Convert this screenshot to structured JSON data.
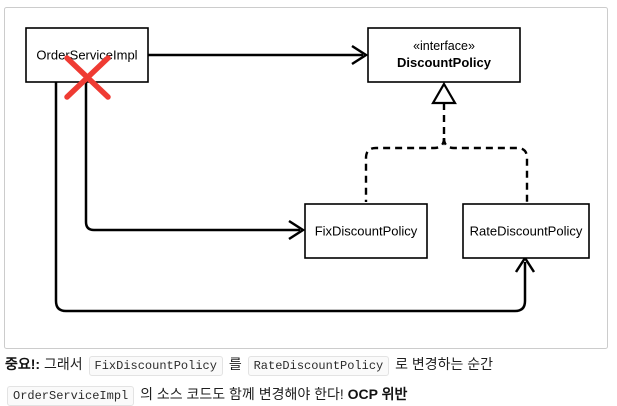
{
  "diagram": {
    "nodes": {
      "order_service": {
        "label": "OrderServiceImpl"
      },
      "discount_policy": {
        "stereotype": "«interface»",
        "label": "DiscountPolicy"
      },
      "fix_discount": {
        "label": "FixDiscountPolicy"
      },
      "rate_discount": {
        "label": "RateDiscountPolicy"
      }
    },
    "colors": {
      "stroke": "#000000",
      "box_fill": "#ffffff",
      "frame_border": "#cccccc",
      "x_mark": "#ef3b33"
    }
  },
  "caption": {
    "important_label": "중요!:",
    "text_1": " 그래서 ",
    "code_fix": "FixDiscountPolicy",
    "text_2": " 를 ",
    "code_rate": "RateDiscountPolicy",
    "text_3": " 로 변경하는 순간 ",
    "code_order": "OrderServiceImpl",
    "text_4": " 의 소스 코드도 함께 변경해야 한다! ",
    "emphasis": "OCP 위반"
  }
}
